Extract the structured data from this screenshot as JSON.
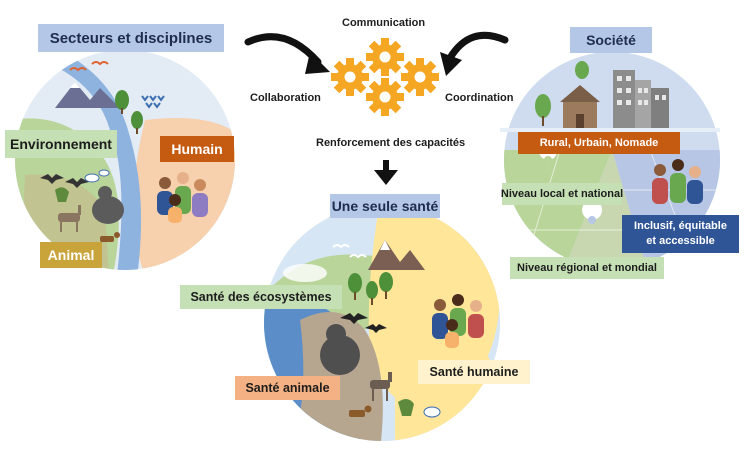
{
  "left_circle": {
    "header": "Secteurs et disciplines",
    "labels": {
      "environment": "Environnement",
      "human": "Humain",
      "animal": "Animal"
    }
  },
  "center": {
    "top_labels": {
      "communication": "Communication",
      "collaboration": "Collaboration",
      "coordination": "Coordination",
      "capacity": "Renforcement des capacités"
    },
    "header": "Une seule santé",
    "labels": {
      "ecosystems": "Santé des écosystèmes",
      "animal_health": "Santé animale",
      "human_health": "Santé humaine"
    }
  },
  "right_circle": {
    "header": "Société",
    "labels": {
      "rural": "Rural, Urbain, Nomade",
      "local": "Niveau local et national",
      "inclusive_1": "Inclusif, équitable",
      "inclusive_2": "et accessible",
      "regional": "Niveau régional et mondial"
    }
  },
  "colors": {
    "header_blue": "#b4c7e7",
    "green_label": "#c5e0b4",
    "orange_label": "#f4b183",
    "dark_orange": "#c55a11",
    "gold": "#c8a43a",
    "navy": "#2f5597",
    "yellow_label": "#fff2cc",
    "gear": "#f5a623"
  }
}
